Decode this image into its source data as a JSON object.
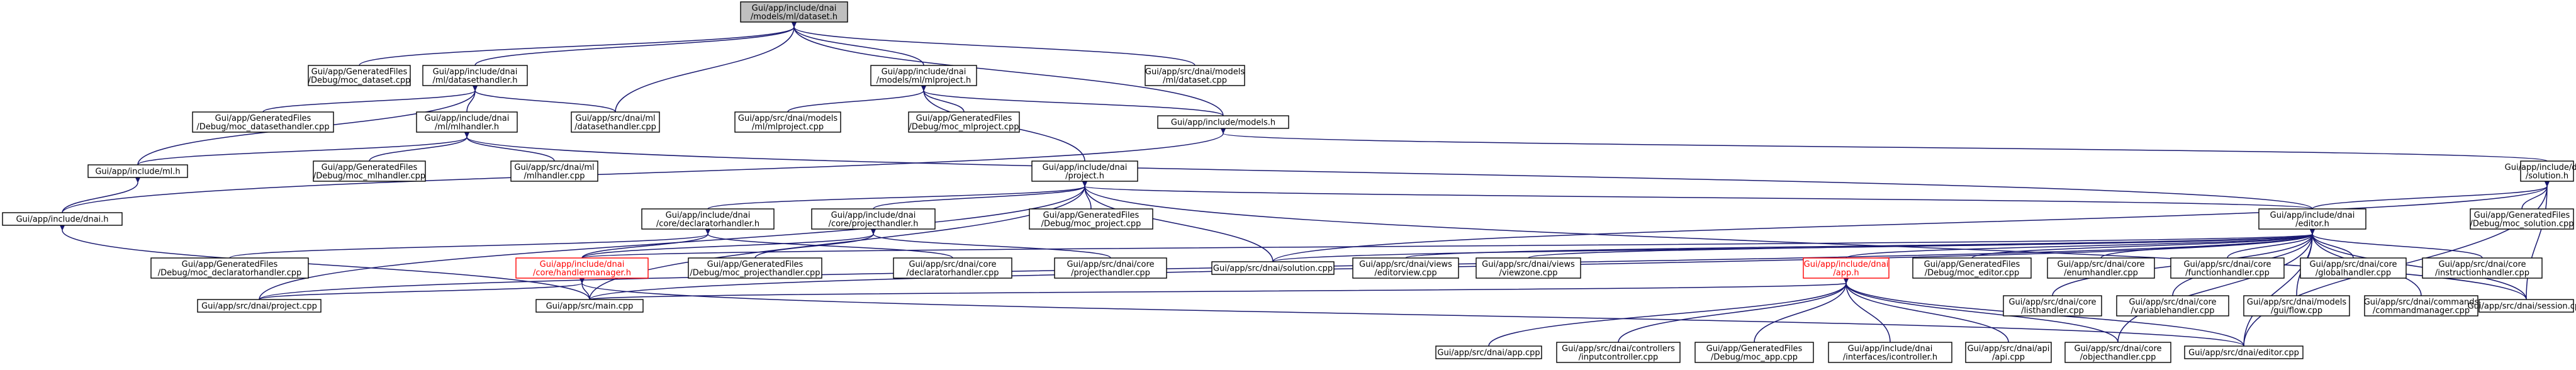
{
  "colors": {
    "edge": "#191970",
    "root_fill": "#bfbfbf",
    "node_border": "#000000",
    "incomplete_border": "#ff0000"
  },
  "nodes": [
    {
      "id": "root",
      "lines": [
        "Gui/app/include/dnai",
        "/models/ml/dataset.h"
      ],
      "root": true
    },
    {
      "id": "moc_dataset",
      "lines": [
        "Gui/app/GeneratedFiles",
        "/Debug/moc_dataset.cpp"
      ]
    },
    {
      "id": "datasethandler_h",
      "lines": [
        "Gui/app/include/dnai",
        "/ml/datasethandler.h"
      ]
    },
    {
      "id": "mlproject_h",
      "lines": [
        "Gui/app/include/dnai",
        "/models/ml/mlproject.h"
      ]
    },
    {
      "id": "models_dataset_cpp",
      "lines": [
        "Gui/app/src/dnai/models",
        "/ml/dataset.cpp"
      ]
    },
    {
      "id": "moc_datasethandler",
      "lines": [
        "Gui/app/GeneratedFiles",
        "/Debug/moc_datasethandler.cpp"
      ]
    },
    {
      "id": "mlhandler_h",
      "lines": [
        "Gui/app/include/dnai",
        "/ml/mlhandler.h"
      ]
    },
    {
      "id": "datasethandler_cpp",
      "lines": [
        "Gui/app/src/dnai/ml",
        "/datasethandler.cpp"
      ]
    },
    {
      "id": "mlproject_cpp",
      "lines": [
        "Gui/app/src/dnai/models",
        "/ml/mlproject.cpp"
      ]
    },
    {
      "id": "moc_mlproject",
      "lines": [
        "Gui/app/GeneratedFiles",
        "/Debug/moc_mlproject.cpp"
      ]
    },
    {
      "id": "models_h",
      "lines": [
        "Gui/app/include/models.h"
      ]
    },
    {
      "id": "ml_h",
      "lines": [
        "Gui/app/include/ml.h"
      ]
    },
    {
      "id": "moc_mlhandler",
      "lines": [
        "Gui/app/GeneratedFiles",
        "/Debug/moc_mlhandler.cpp"
      ]
    },
    {
      "id": "mlhandler_cpp",
      "lines": [
        "Gui/app/src/dnai/ml",
        "/mlhandler.cpp"
      ]
    },
    {
      "id": "project_h",
      "lines": [
        "Gui/app/include/dnai",
        "/project.h"
      ]
    },
    {
      "id": "solution_h",
      "lines": [
        "Gui/app/include/dnai",
        "/solution.h"
      ]
    },
    {
      "id": "dnai_h",
      "lines": [
        "Gui/app/include/dnai.h"
      ]
    },
    {
      "id": "declaratorhandler_h",
      "lines": [
        "Gui/app/include/dnai",
        "/core/declaratorhandler.h"
      ]
    },
    {
      "id": "projecthandler_h",
      "lines": [
        "Gui/app/include/dnai",
        "/core/projecthandler.h"
      ]
    },
    {
      "id": "moc_project",
      "lines": [
        "Gui/app/GeneratedFiles",
        "/Debug/moc_project.cpp"
      ]
    },
    {
      "id": "editor_h",
      "lines": [
        "Gui/app/include/dnai",
        "/editor.h"
      ]
    },
    {
      "id": "moc_solution",
      "lines": [
        "Gui/app/GeneratedFiles",
        "/Debug/moc_solution.cpp"
      ]
    },
    {
      "id": "moc_declaratorhandler",
      "lines": [
        "Gui/app/GeneratedFiles",
        "/Debug/moc_declaratorhandler.cpp"
      ]
    },
    {
      "id": "handlermanager_h",
      "lines": [
        "Gui/app/include/dnai",
        "/core/handlermanager.h"
      ],
      "red": true
    },
    {
      "id": "moc_projecthandler",
      "lines": [
        "Gui/app/GeneratedFiles",
        "/Debug/moc_projecthandler.cpp"
      ]
    },
    {
      "id": "declaratorhandler_cpp",
      "lines": [
        "Gui/app/src/dnai/core",
        "/declaratorhandler.cpp"
      ]
    },
    {
      "id": "projecthandler_cpp",
      "lines": [
        "Gui/app/src/dnai/core",
        "/projecthandler.cpp"
      ]
    },
    {
      "id": "solution_cpp",
      "lines": [
        "Gui/app/src/dnai/solution.cpp"
      ]
    },
    {
      "id": "editorview_cpp",
      "lines": [
        "Gui/app/src/dnai/views",
        "/editorview.cpp"
      ]
    },
    {
      "id": "viewzone_cpp",
      "lines": [
        "Gui/app/src/dnai/views",
        "/viewzone.cpp"
      ]
    },
    {
      "id": "app_h",
      "lines": [
        "Gui/app/include/dnai",
        "/app.h"
      ],
      "red": true
    },
    {
      "id": "moc_editor",
      "lines": [
        "Gui/app/GeneratedFiles",
        "/Debug/moc_editor.cpp"
      ]
    },
    {
      "id": "enumhandler_cpp",
      "lines": [
        "Gui/app/src/dnai/core",
        "/enumhandler.cpp"
      ]
    },
    {
      "id": "functionhandler_cpp",
      "lines": [
        "Gui/app/src/dnai/core",
        "/functionhandler.cpp"
      ]
    },
    {
      "id": "globalhandler_cpp",
      "lines": [
        "Gui/app/src/dnai/core",
        "/globalhandler.cpp"
      ]
    },
    {
      "id": "instructionhandler_cpp",
      "lines": [
        "Gui/app/src/dnai/core",
        "/instructionhandler.cpp"
      ]
    },
    {
      "id": "listhandler_cpp",
      "lines": [
        "Gui/app/src/dnai/core",
        "/listhandler.cpp"
      ]
    },
    {
      "id": "variablehandler_cpp",
      "lines": [
        "Gui/app/src/dnai/core",
        "/variablehandler.cpp"
      ]
    },
    {
      "id": "guiflow_cpp",
      "lines": [
        "Gui/app/src/dnai/models",
        "/gui/flow.cpp"
      ]
    },
    {
      "id": "commandmanager_cpp",
      "lines": [
        "Gui/app/src/dnai/commands",
        "/commandmanager.cpp"
      ]
    },
    {
      "id": "session_cpp",
      "lines": [
        "Gui/app/src/dnai/session.cpp"
      ]
    },
    {
      "id": "project_cpp",
      "lines": [
        "Gui/app/src/dnai/project.cpp"
      ]
    },
    {
      "id": "main_cpp",
      "lines": [
        "Gui/app/src/main.cpp"
      ]
    },
    {
      "id": "app_cpp",
      "lines": [
        "Gui/app/src/dnai/app.cpp"
      ]
    },
    {
      "id": "inputcontroller_cpp",
      "lines": [
        "Gui/app/src/dnai/controllers",
        "/inputcontroller.cpp"
      ]
    },
    {
      "id": "moc_app",
      "lines": [
        "Gui/app/GeneratedFiles",
        "/Debug/moc_app.cpp"
      ]
    },
    {
      "id": "icontroller_h",
      "lines": [
        "Gui/app/include/dnai",
        "/interfaces/icontroller.h"
      ]
    },
    {
      "id": "api_cpp",
      "lines": [
        "Gui/app/src/dnai/api",
        "/api.cpp"
      ]
    },
    {
      "id": "objecthandler_cpp",
      "lines": [
        "Gui/app/src/dnai/core",
        "/objecthandler.cpp"
      ]
    },
    {
      "id": "editor_cpp",
      "lines": [
        "Gui/app/src/dnai/editor.cpp"
      ]
    }
  ]
}
